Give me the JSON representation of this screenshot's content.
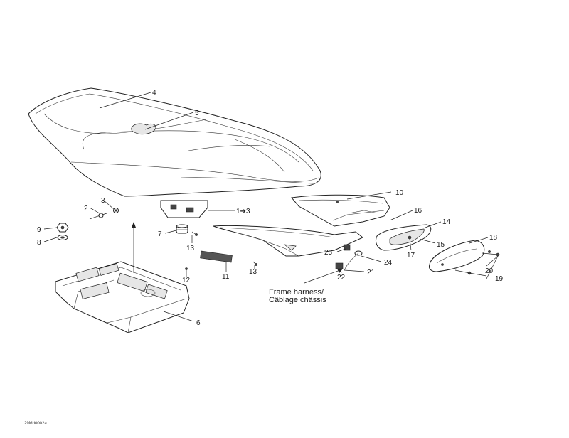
{
  "labels": {
    "p4": "4",
    "p5": "5",
    "p3": "3",
    "p2": "2",
    "p1to3": "1➔3",
    "p9": "9",
    "p8": "8",
    "p7": "7",
    "p10": "10",
    "p16": "16",
    "p14": "14",
    "p15": "15",
    "p17": "17",
    "p18": "18",
    "p13a": "13",
    "p13b": "13",
    "p11": "11",
    "p12": "12",
    "p23": "23",
    "p24": "24",
    "p22": "22",
    "p21": "21",
    "p20": "20",
    "p19": "19",
    "p6": "6"
  },
  "harness": {
    "line1": "Frame harness/",
    "line2": "Câblage châssis"
  },
  "figure_code": "29Md0002a"
}
